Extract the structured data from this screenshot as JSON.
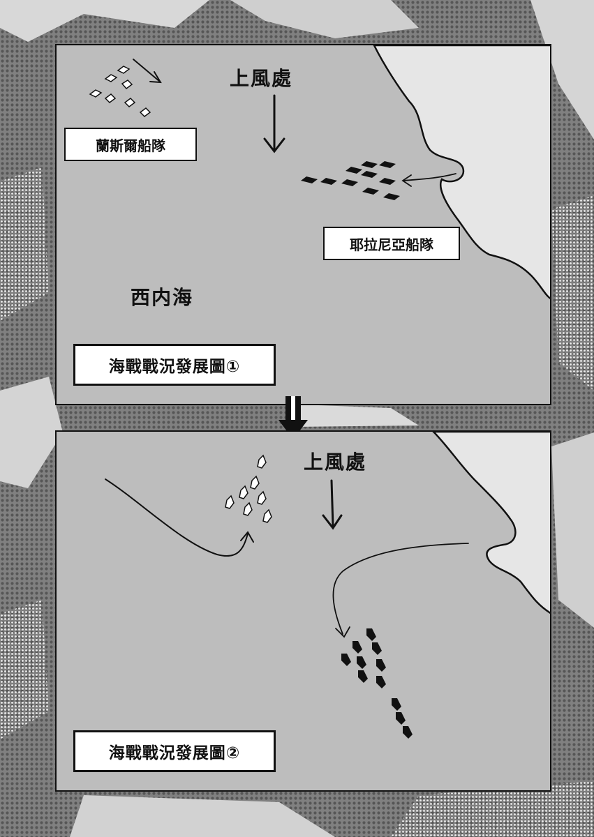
{
  "panel1": {
    "windward": "上風處",
    "lanthierl_fleet": "蘭斯爾船隊",
    "erania_fleet": "耶拉尼亞船隊",
    "sea_name": "西内海",
    "title": "海戰戰況發展圖①"
  },
  "panel2": {
    "windward": "上風處",
    "title": "海戰戰況發展圖②"
  },
  "colors": {
    "panel_bg": "#bdbdbd",
    "land": "#e6e6e6",
    "page_bg": "#7b7b7b",
    "ink": "#111111"
  }
}
